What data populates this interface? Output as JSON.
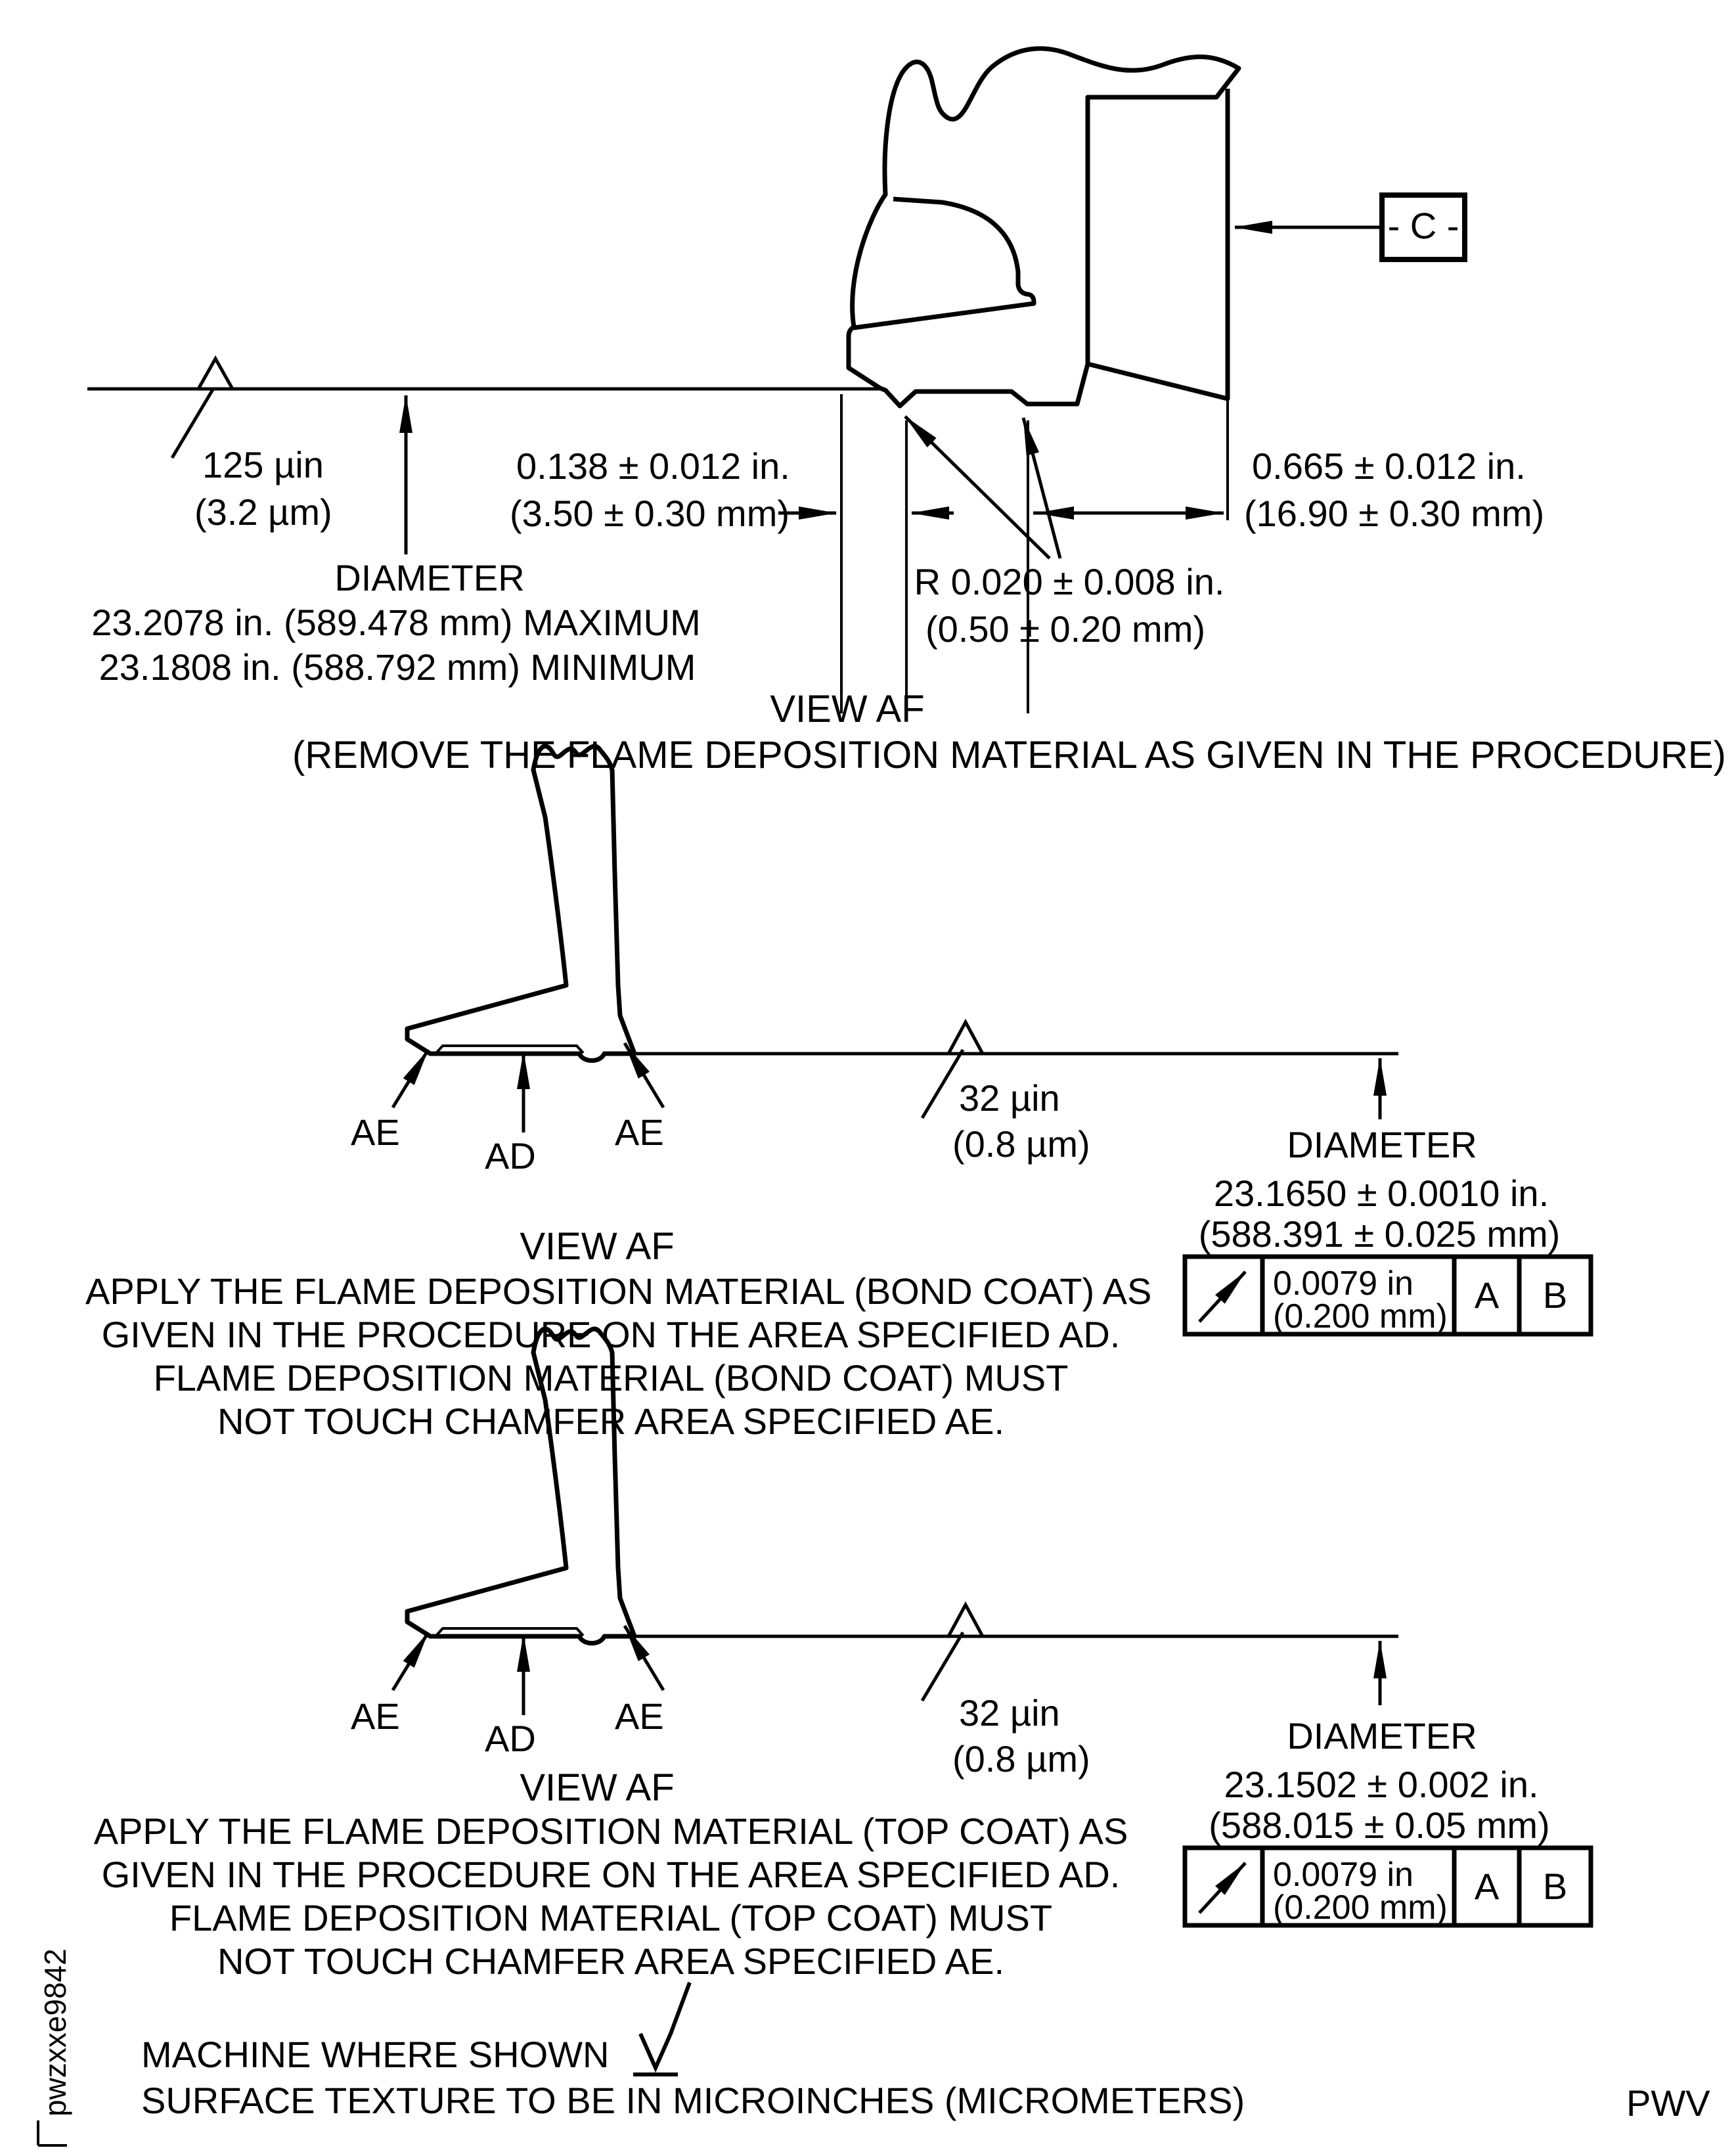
{
  "drawing": {
    "page_code": "PWV",
    "doc_code": "pwzxxe9842",
    "footer": {
      "machine_note": "MACHINE WHERE SHOWN",
      "surface_note": "SURFACE TEXTURE TO BE IN MICROINCHES (MICROMETERS)"
    },
    "view1": {
      "title": "VIEW AF",
      "subtitle": "(REMOVE THE FLAME DEPOSITION MATERIAL AS GIVEN IN THE PROCEDURE)",
      "surface_finish": {
        "uin": "125 µin",
        "um": "(3.2 µm)"
      },
      "width_dim": {
        "in": "0.138 ± 0.012 in.",
        "mm": "(3.50 ± 0.30 mm)"
      },
      "offset_dim": {
        "in": "0.665 ± 0.012 in.",
        "mm": "(16.90 ± 0.30 mm)"
      },
      "radius_dim": {
        "in": "R 0.020 ± 0.008 in.",
        "mm": "(0.50 ± 0.20 mm)"
      },
      "diameter": {
        "label": "DIAMETER",
        "max": "23.2078 in. (589.478 mm) MAXIMUM",
        "min": "23.1808 in. (588.792 mm) MINIMUM"
      },
      "datum_label": "- C -"
    },
    "view2": {
      "title": "VIEW AF",
      "labels": {
        "ae_left": "AE",
        "ad": "AD",
        "ae_right": "AE"
      },
      "surface_finish": {
        "uin": "32 µin",
        "um": "(0.8 µm)"
      },
      "diameter": {
        "label": "DIAMETER",
        "value_in": "23.1650 ± 0.0010 in.",
        "value_mm": "(588.391 ± 0.025 mm)"
      },
      "fcf": {
        "tol_in": "0.0079 in",
        "tol_mm": "(0.200 mm)",
        "datum_a": "A",
        "datum_b": "B"
      },
      "notes": [
        "APPLY THE FLAME DEPOSITION MATERIAL (BOND COAT) AS",
        "GIVEN IN THE PROCEDURE ON THE AREA SPECIFIED AD.",
        "FLAME DEPOSITION MATERIAL (BOND COAT) MUST",
        "NOT TOUCH CHAMFER AREA SPECIFIED AE."
      ]
    },
    "view3": {
      "title": "VIEW AF",
      "labels": {
        "ae_left": "AE",
        "ad": "AD",
        "ae_right": "AE"
      },
      "surface_finish": {
        "uin": "32 µin",
        "um": "(0.8 µm)"
      },
      "diameter": {
        "label": "DIAMETER",
        "value_in": "23.1502 ± 0.002 in.",
        "value_mm": "(588.015 ± 0.05 mm)"
      },
      "fcf": {
        "tol_in": "0.0079 in",
        "tol_mm": "(0.200 mm)",
        "datum_a": "A",
        "datum_b": "B"
      },
      "notes": [
        "APPLY THE FLAME DEPOSITION MATERIAL (TOP COAT) AS",
        "GIVEN IN THE PROCEDURE ON THE AREA SPECIFIED AD.",
        "FLAME DEPOSITION MATERIAL (TOP COAT) MUST",
        "NOT TOUCH CHAMFER AREA SPECIFIED AE."
      ]
    }
  }
}
